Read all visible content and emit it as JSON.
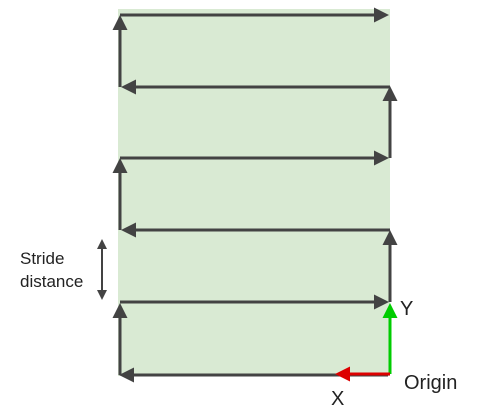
{
  "labels": {
    "stride_line1": "Stride",
    "stride_line2": "distance",
    "axis_y": "Y",
    "axis_x": "X",
    "origin": "Origin"
  },
  "colors": {
    "field": "#d9ead3",
    "path": "#434343",
    "axis_y": "#00cc00",
    "axis_x": "#dd0000"
  }
}
